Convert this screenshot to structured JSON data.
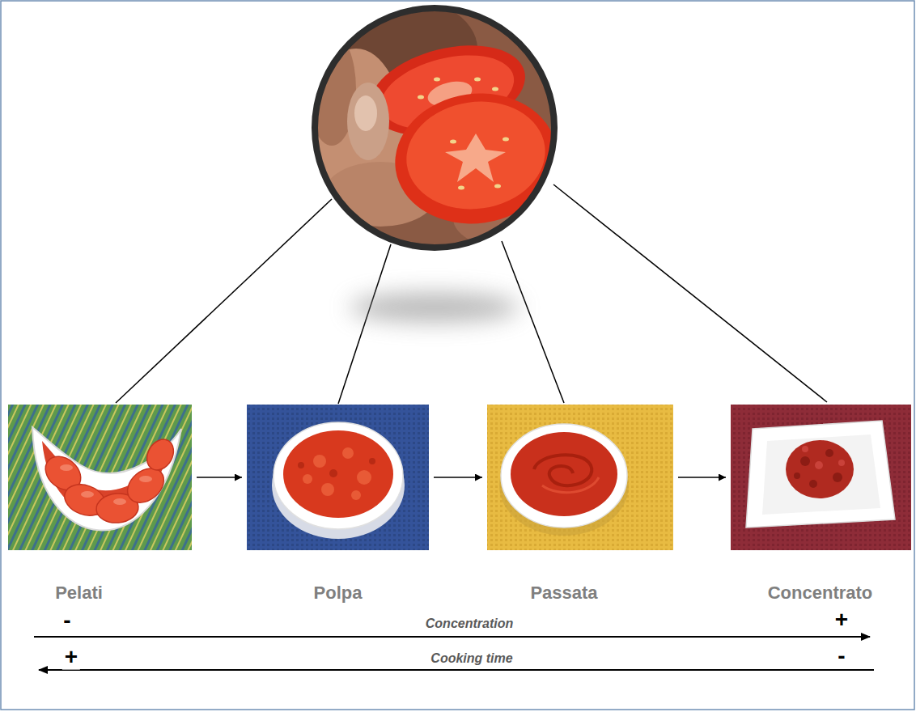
{
  "diagram": {
    "nodes": [
      {
        "text": [
          "Pelati"
        ]
      },
      {
        "text": [
          "Polpa"
        ]
      },
      {
        "text": [
          "Passata"
        ]
      },
      {
        "text": [
          "Concentrato"
        ]
      }
    ],
    "edges": [
      {
        "from": 0,
        "to": 1,
        "arrow": "to"
      },
      {
        "from": 1,
        "to": 2,
        "arrow": "to"
      },
      {
        "from": 2,
        "to": 3,
        "arrow": "to"
      }
    ],
    "labels": [
      "-",
      "Concentration",
      "+",
      "+",
      "Cooking time",
      "-"
    ]
  }
}
